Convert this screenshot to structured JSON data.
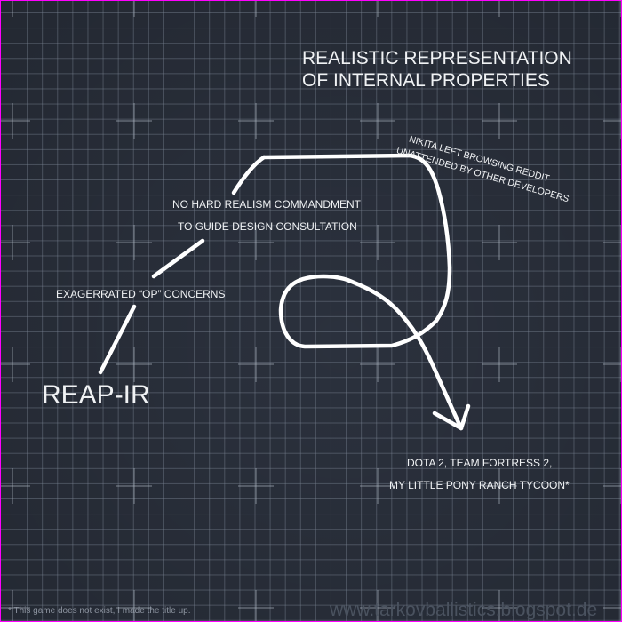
{
  "title": {
    "line1": "REALISTIC REPRESENTATION",
    "line2": "OF INTERNAL PROPERTIES"
  },
  "labels": {
    "no_hard_realism": {
      "line1": "NO HARD REALISM COMMANDMENT",
      "line2": "TO GUIDE DESIGN CONSULTATION"
    },
    "op_concerns": "EXAGERRATED “OP” CONCERNS",
    "reap_ir": "REAP-IR",
    "nikita": {
      "line1": "NIKITA LEFT BROWSING REDDIT",
      "line2": "UNATTENDED BY OTHER DEVELOPERS"
    },
    "outcome": {
      "line1": "DOTA 2, TEAM FORTRESS 2,",
      "line2": "MY LITTLE PONY RANCH TYCOON*"
    }
  },
  "footnote": "* This game does not exist, I made the title up.",
  "watermark": "www.tarkovballistics.blogspot.de",
  "colors": {
    "background": "#2b313d",
    "grid": "#5c6574",
    "ink": "#ffffff",
    "border": "#ff00ff",
    "footnote": "#8d94a0",
    "watermark": "#4a525f"
  }
}
